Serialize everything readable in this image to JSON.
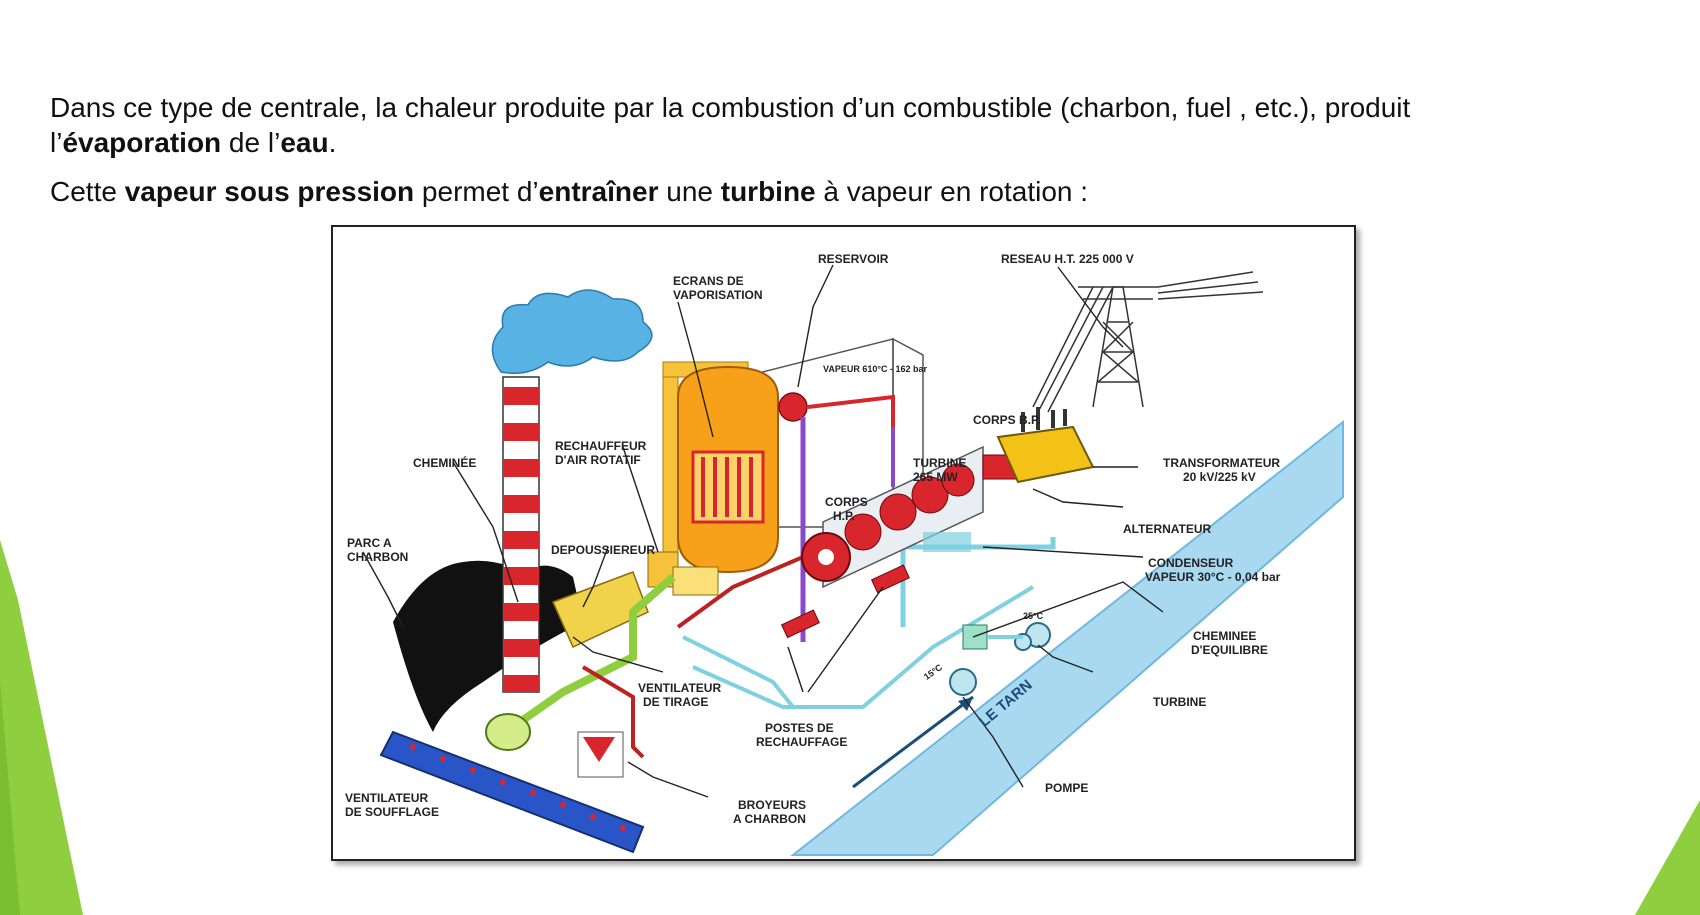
{
  "paragraph1": {
    "t1": "Dans ce type de centrale, la chaleur produite par la combustion d’un combustible (charbon, fuel , etc.), produit l’",
    "b1": "évaporation",
    "t2": " de l’",
    "b2": "eau",
    "t3": "."
  },
  "paragraph2": {
    "t1": "Cette ",
    "b1": "vapeur sous pression",
    "t2": " permet d’",
    "b2": "entraîner",
    "t3": " une ",
    "b3": "turbine",
    "t4": " à vapeur en rotation :"
  },
  "diagram": {
    "labels": {
      "reservoir": "RESERVOIR",
      "reseau": "RESEAU H.T. 225 000 V",
      "ecrans_1": "ECRANS DE",
      "ecrans_2": "VAPORISATION",
      "vapeur_hp": "VAPEUR 610°C - 162 bar",
      "corps_bp": "CORPS B.P.",
      "rechauffeur_1": "RECHAUFFEUR",
      "rechauffeur_2": "D'AIR ROTATIF",
      "cheminee": "CHEMINÉE",
      "turbine_1": "TURBINE",
      "turbine_2": "265 MW",
      "transformateur_1": "TRANSFORMATEUR",
      "transformateur_2": "20 kV/225 kV",
      "corps_hp_1": "CORPS",
      "corps_hp_2": "H.P.",
      "parc_1": "PARC A",
      "parc_2": "CHARBON",
      "depoussiereur": "DEPOUSSIEREUR",
      "alternateur": "ALTERNATEUR",
      "condenseur_1": "CONDENSEUR",
      "condenseur_2": "VAPEUR 30°C - 0,04 bar",
      "cheminee_eq_1": "CHEMINEE",
      "cheminee_eq_2": "D'EQUILIBRE",
      "ventilateur_tirage_1": "VENTILATEUR",
      "ventilateur_tirage_2": "DE TIRAGE",
      "postes_1": "POSTES DE",
      "postes_2": "RECHAUFFAGE",
      "turbine_eau": "TURBINE",
      "le_tarn": "LE TARN",
      "pompe": "POMPE",
      "ventilateur_souff_1": "VENTILATEUR",
      "ventilateur_souff_2": "DE SOUFFLAGE",
      "broyeurs_1": "BROYEURS",
      "broyeurs_2": "A CHARBON",
      "temp_25": "25°C",
      "temp_15": "15°C"
    }
  },
  "colors": {
    "slide_accent_green": "#8fcf3f",
    "chimney_red": "#d8262c",
    "steam_blue": "#58b2e3",
    "boiler_yellow": "#f5c23a",
    "river_blue": "#a9d9f0"
  }
}
